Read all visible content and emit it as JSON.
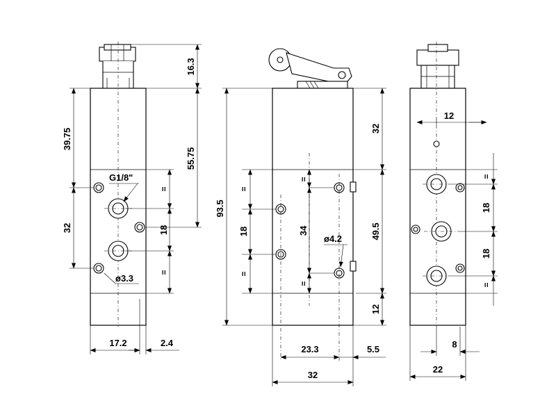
{
  "left_view": {
    "dim_16_3": "16.3",
    "dim_39_75": "39.75",
    "dim_55_75": "55.75",
    "dim_32": "32",
    "dim_18": "18",
    "port_label": "G1/8\"",
    "hole_label": "ø3.3",
    "dim_17_2": "17.2",
    "dim_2_4": "2.4",
    "eq_mark": "="
  },
  "middle_view": {
    "dim_93_5": "93.5",
    "dim_32_top": "32",
    "dim_49_5": "49.5",
    "dim_12": "12",
    "dim_18": "18",
    "dim_34": "34",
    "hole_label": "ø4.2",
    "dim_23_3": "23.3",
    "dim_5_5": "5.5",
    "dim_32_bottom": "32",
    "eq_mark": "="
  },
  "right_view": {
    "dim_12": "12",
    "dim_18_upper": "18",
    "dim_18_lower": "18",
    "dim_8": "8",
    "dim_22": "22",
    "eq_mark": "="
  }
}
